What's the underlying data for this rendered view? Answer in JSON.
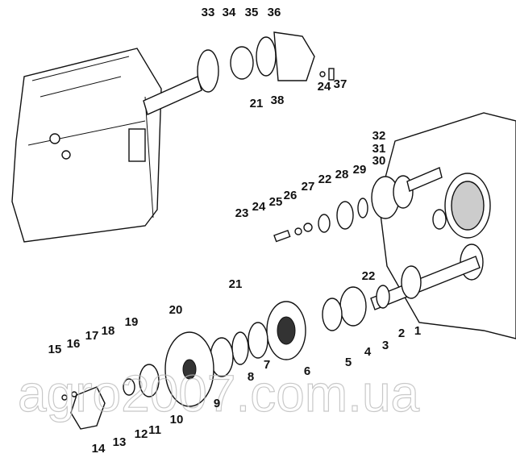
{
  "diagram": {
    "watermark": "agro2007.com.ua",
    "labels": [
      "33",
      "34",
      "35",
      "36",
      "24",
      "37",
      "21",
      "38",
      "32",
      "31",
      "30",
      "29",
      "28",
      "22",
      "27",
      "26",
      "25",
      "24",
      "23",
      "22",
      "21",
      "1",
      "2",
      "3",
      "4",
      "5",
      "6",
      "7",
      "8",
      "9",
      "10",
      "11",
      "12",
      "13",
      "14",
      "15",
      "16",
      "17",
      "18",
      "19",
      "20"
    ]
  }
}
